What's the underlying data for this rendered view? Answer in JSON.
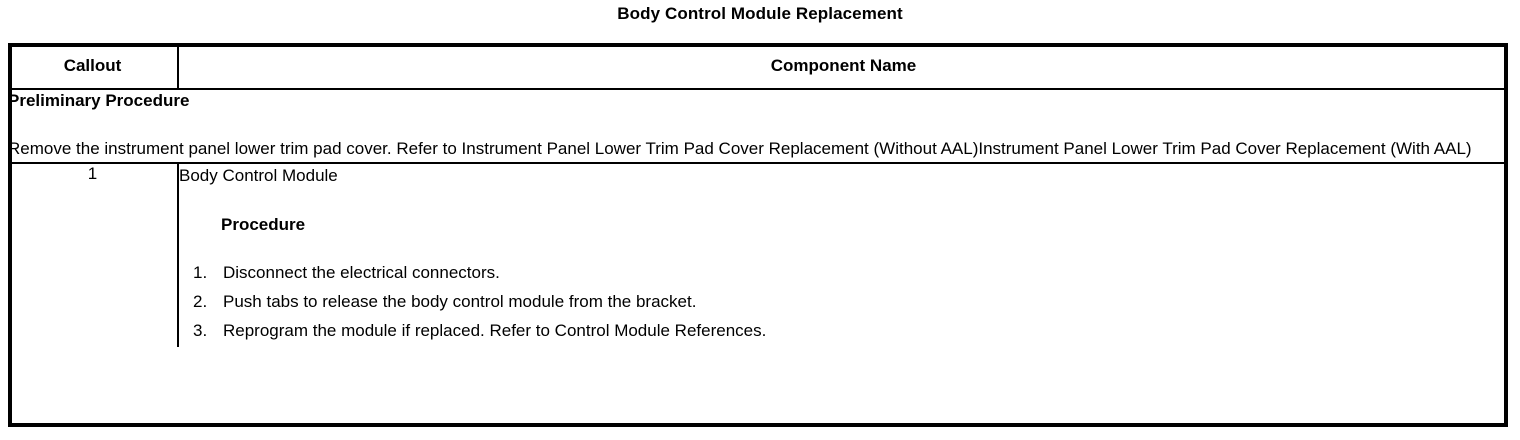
{
  "document": {
    "title": "Body Control Module Replacement"
  },
  "table": {
    "headers": {
      "callout": "Callout",
      "component_name": "Component Name"
    },
    "preliminary": {
      "heading": "Preliminary Procedure",
      "text": "Remove the instrument panel lower trim pad cover. Refer to Instrument Panel Lower Trim Pad Cover Replacement (Without AAL)Instrument Panel Lower Trim Pad Cover Replacement (With AAL)"
    },
    "rows": [
      {
        "callout": "1",
        "component_name": "Body Control Module",
        "procedure_heading": "Procedure",
        "steps": [
          {
            "number": "1.",
            "text": "Disconnect the electrical connectors."
          },
          {
            "number": "2.",
            "text": "Push tabs to release the body control module from the bracket."
          },
          {
            "number": "3.",
            "text": "Reprogram the module if replaced. Refer to Control Module References."
          }
        ]
      }
    ]
  },
  "colors": {
    "background": "#ffffff",
    "text": "#000000",
    "border": "#000000"
  }
}
